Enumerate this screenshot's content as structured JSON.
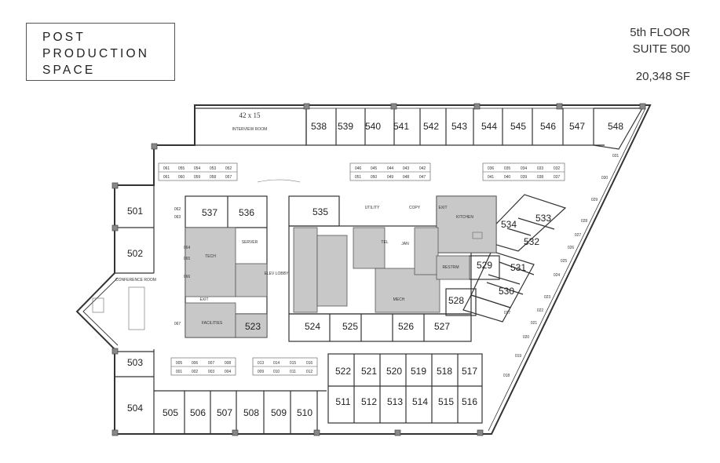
{
  "title": {
    "lines": [
      "POST",
      "PRODUCTION",
      "SPACE"
    ]
  },
  "info": {
    "floor": "5th FLOOR",
    "suite": "SUITE 500",
    "area": "20,348 SF"
  },
  "rooms": {
    "r501": "501",
    "r502": "502",
    "r503": "503",
    "r504": "504",
    "r505": "505",
    "r506": "506",
    "r507": "507",
    "r508": "508",
    "r509": "509",
    "r510": "510",
    "r511": "511",
    "r512": "512",
    "r513": "513",
    "r514": "514",
    "r515": "515",
    "r516": "516",
    "r517": "517",
    "r518": "518",
    "r519": "519",
    "r520": "520",
    "r521": "521",
    "r522": "522",
    "r523": "523",
    "r524": "524",
    "r525": "525",
    "r526": "526",
    "r527": "527",
    "r528": "528",
    "r529": "529",
    "r530": "530",
    "r531": "531",
    "r532": "532",
    "r533": "533",
    "r534": "534",
    "r535": "535",
    "r536": "536",
    "r537": "537",
    "r538": "538",
    "r539": "539",
    "r540": "540",
    "r541": "541",
    "r542": "542",
    "r543": "543",
    "r544": "544",
    "r545": "545",
    "r546": "546",
    "r547": "547",
    "r548": "548"
  },
  "labels": {
    "interview_dims": "42 x 15",
    "interview_room": "INTERVIEW ROOM",
    "conference_room": "CONFERENCE ROOM",
    "elev_lobby": "ELEV LOBBY",
    "kitchen": "KITCHEN",
    "utility": "UTILITY",
    "copy": "COPY",
    "exit": "EXIT",
    "tech": "TECH",
    "server": "SERVER",
    "facilities": "FACILITIES",
    "tel": "TEL",
    "janitor": "JAN",
    "mech": "MECH",
    "restroom": "RESTRM"
  },
  "workstations": {
    "c1_top": [
      "061",
      "055",
      "054",
      "053",
      "052"
    ],
    "c1_bot": [
      "061",
      "060",
      "059",
      "058",
      "057"
    ],
    "c2_top": [
      "046",
      "045",
      "044",
      "043",
      "042"
    ],
    "c2_bot": [
      "051",
      "050",
      "049",
      "048",
      "047"
    ],
    "c3_top": [
      "036",
      "035",
      "034",
      "033",
      "032"
    ],
    "c3_bot": [
      "041",
      "040",
      "039",
      "038",
      "037"
    ],
    "c4_top": [
      "005",
      "006",
      "007",
      "008"
    ],
    "c4_bot": [
      "001",
      "002",
      "003",
      "004"
    ],
    "c5_top": [
      "013",
      "014",
      "015",
      "016"
    ],
    "c5_bot": [
      "009",
      "010",
      "011",
      "012"
    ],
    "left_col": [
      "062",
      "063",
      "064",
      "065",
      "066",
      "067"
    ],
    "diag": [
      "031",
      "030",
      "029",
      "028",
      "027",
      "026",
      "025",
      "024",
      "023",
      "022",
      "021",
      "020",
      "019",
      "018",
      "017"
    ]
  }
}
